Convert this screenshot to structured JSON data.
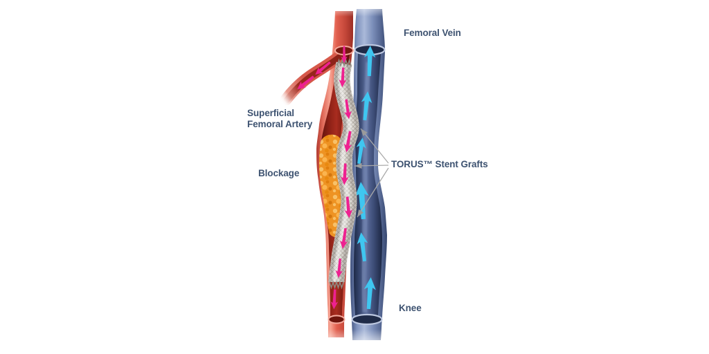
{
  "diagram": {
    "labels": {
      "femoral_vein": "Femoral Vein",
      "superficial_femoral_artery_line1": "Superficial",
      "superficial_femoral_artery_line2": "Femoral Artery",
      "blockage": "Blockage",
      "stent_grafts": "TORUS™ Stent Grafts",
      "knee": "Knee"
    },
    "colors": {
      "background": "#ffffff",
      "label-text": "#3d5270",
      "artery-red": "#d95548",
      "artery-lumen-red": "#8c2016",
      "vein-blue": "#7d90bb",
      "vein-lumen-blue": "#2c3a5c",
      "blockage-orange": "#ee9323",
      "stent-gray": "#d9d5cf",
      "flow-pink": "#ee2190",
      "flow-cyan": "#3fc6f0",
      "leader-line": "#a9a9a9"
    },
    "icons": {
      "artery_flow": "pink-down-arrow-icons (blood flow toward knee through stent)",
      "vein_flow": "cyan-up-arrow-icons (venous return flow)"
    }
  }
}
